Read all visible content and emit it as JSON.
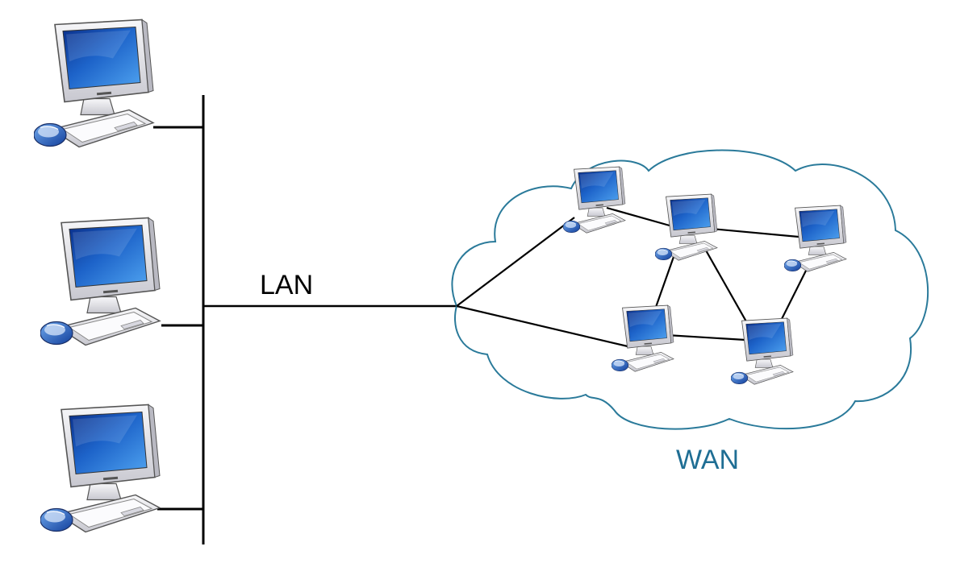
{
  "labels": {
    "lan": "LAN",
    "wan": "WAN"
  },
  "colors": {
    "background": "#ffffff",
    "wire": "#000000",
    "cloud_stroke": "#2a7a9a",
    "wan_text": "#1f6e94",
    "screen_blue": "#1d63c9",
    "monitor_body": "#e8e8ec"
  },
  "diagram": {
    "lan_nodes": [
      "lan-pc-1",
      "lan-pc-2",
      "lan-pc-3"
    ],
    "wan_nodes": [
      "wan-pc-1",
      "wan-pc-2",
      "wan-pc-3",
      "wan-pc-4",
      "wan-pc-5"
    ],
    "wan_links": [
      [
        "wan-pc-1",
        "wan-pc-2"
      ],
      [
        "wan-pc-2",
        "wan-pc-3"
      ],
      [
        "wan-pc-2",
        "wan-pc-4"
      ],
      [
        "wan-pc-2",
        "wan-pc-5"
      ],
      [
        "wan-pc-3",
        "wan-pc-5"
      ],
      [
        "wan-pc-4",
        "wan-pc-5"
      ]
    ],
    "gateway_links": [
      "wan-pc-1",
      "wan-pc-4"
    ]
  }
}
